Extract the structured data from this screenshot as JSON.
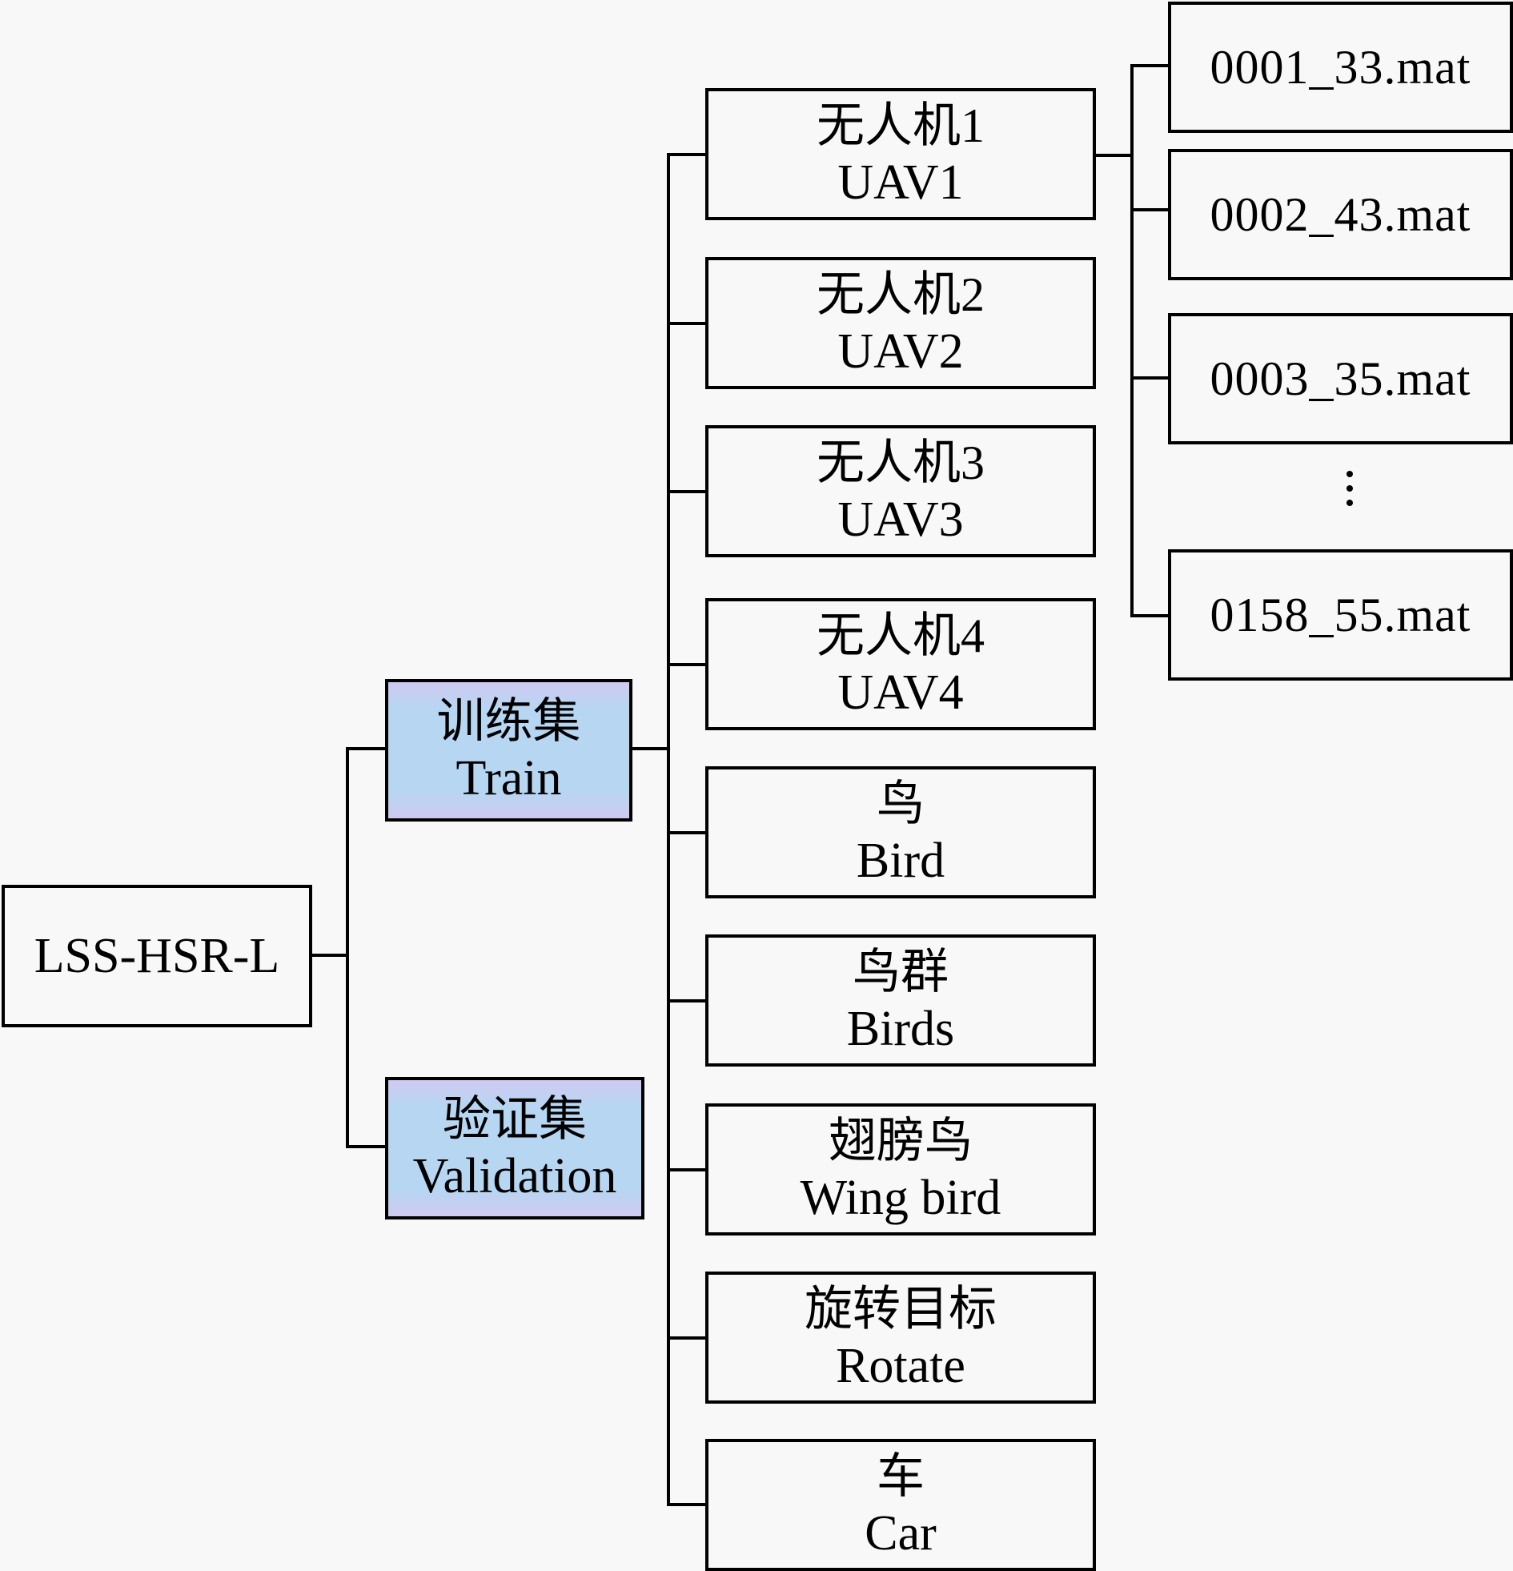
{
  "root": {
    "label": "LSS-HSR-L"
  },
  "splits": [
    {
      "zh": "训练集",
      "en": "Train"
    },
    {
      "zh": "验证集",
      "en": "Validation"
    }
  ],
  "classes": [
    {
      "zh": "无人机1",
      "en": "UAV1"
    },
    {
      "zh": "无人机2",
      "en": "UAV2"
    },
    {
      "zh": "无人机3",
      "en": "UAV3"
    },
    {
      "zh": "无人机4",
      "en": "UAV4"
    },
    {
      "zh": "鸟",
      "en": "Bird"
    },
    {
      "zh": "鸟群",
      "en": "Birds"
    },
    {
      "zh": "翅膀鸟",
      "en": "Wing bird"
    },
    {
      "zh": "旋转目标",
      "en": "Rotate"
    },
    {
      "zh": "车",
      "en": "Car"
    }
  ],
  "files": [
    "0001_33.mat",
    "0002_43.mat",
    "0003_35.mat",
    "0158_55.mat"
  ],
  "ellipsis": "vertical-ellipsis",
  "colors": {
    "highlight_fill": "#b6d6f2",
    "highlight_edge": "#cfcaf2",
    "line": "#000000",
    "background": "#f8f8f8"
  }
}
